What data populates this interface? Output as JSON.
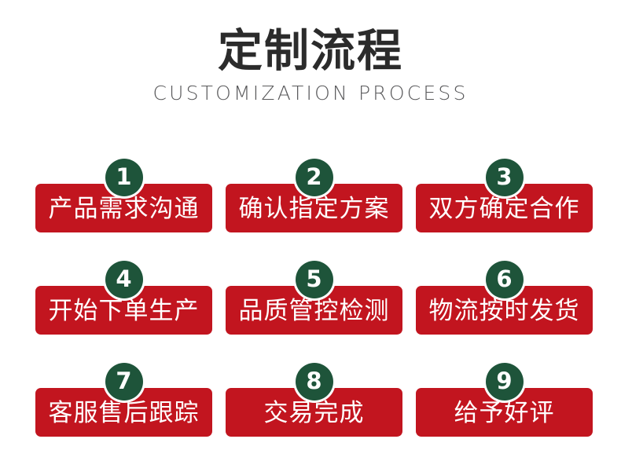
{
  "header": {
    "title_cn": "定制流程",
    "title_en": "CUSTOMIZATION PROCESS"
  },
  "colors": {
    "card_red": "#c2151f",
    "badge_green": "#1e543a",
    "title_dark": "#2b2b2b",
    "subtitle_gray": "#59595b",
    "background": "#ffffff",
    "label_white": "#ffffff"
  },
  "steps": [
    {
      "number": "1",
      "label": "产品需求沟通"
    },
    {
      "number": "2",
      "label": "确认指定方案"
    },
    {
      "number": "3",
      "label": "双方确定合作"
    },
    {
      "number": "4",
      "label": "开始下单生产"
    },
    {
      "number": "5",
      "label": "品质管控检测"
    },
    {
      "number": "6",
      "label": "物流按时发货"
    },
    {
      "number": "7",
      "label": "客服售后跟踪"
    },
    {
      "number": "8",
      "label": "交易完成"
    },
    {
      "number": "9",
      "label": "给予好评"
    }
  ]
}
